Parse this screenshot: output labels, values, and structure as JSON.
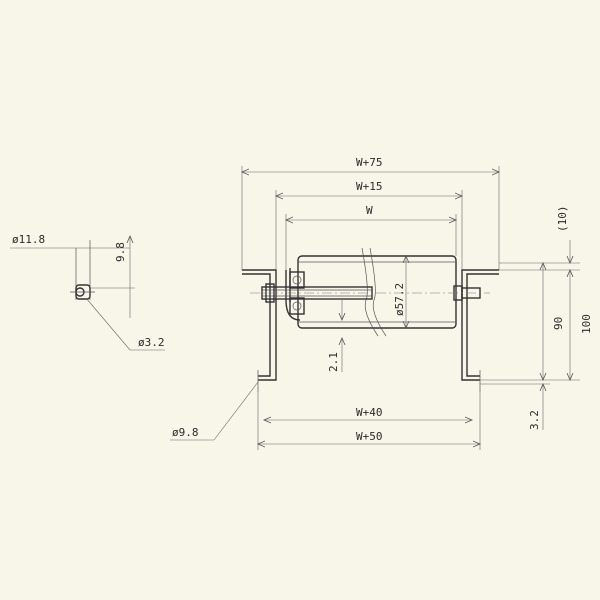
{
  "drawing": {
    "colors": {
      "background": "#f8f5e9",
      "line": "#333333",
      "dimension": "#666666"
    },
    "dimensions": {
      "overall_top": "W+75",
      "middle_top": "W+15",
      "inner_top": "W",
      "roller_dia": "ø57.2",
      "gap_top": "(10)",
      "inner_height": "90",
      "overall_height": "100",
      "thickness": "2.1",
      "bottom_gap": "3.2",
      "bottom_inner": "W+40",
      "bottom_overall": "W+50",
      "hole_dia": "ø9.8"
    },
    "side_detail": {
      "hex_size": "ø11.8",
      "height": "9.8",
      "pin_dia": "ø3.2"
    }
  }
}
